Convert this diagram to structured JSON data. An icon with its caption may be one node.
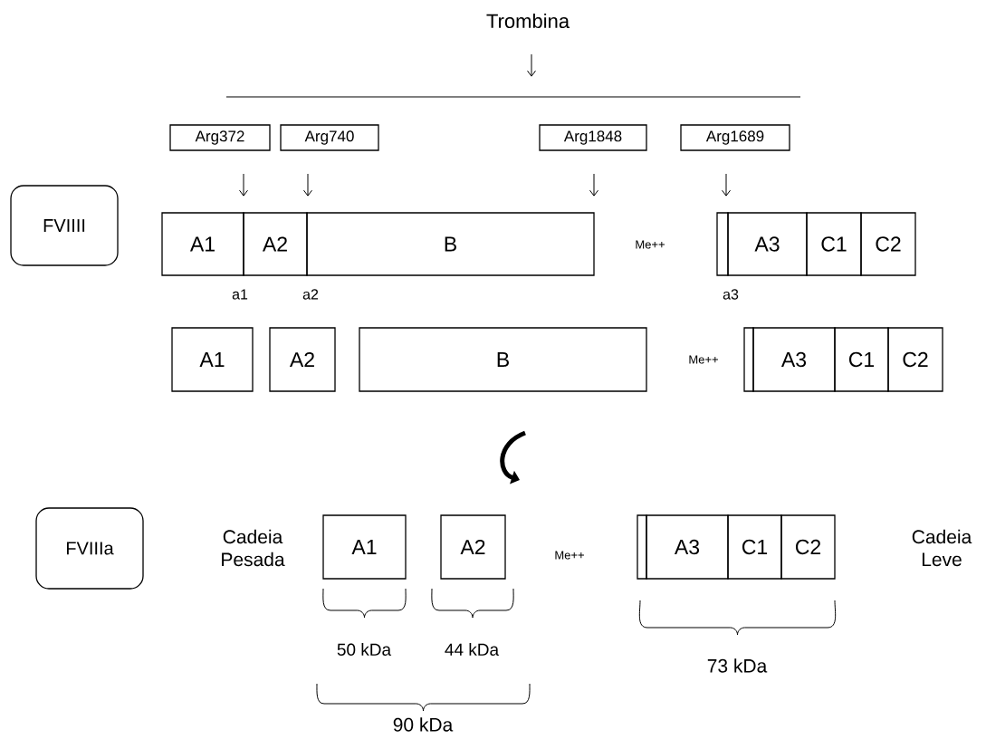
{
  "diagram": {
    "nodes": [
      {
        "text": [
          "Trombina"
        ]
      },
      {
        "text": [
          "Arg372"
        ]
      },
      {
        "text": [
          "Arg740"
        ]
      },
      {
        "text": [
          "Arg1848"
        ]
      },
      {
        "text": [
          "Arg1689"
        ]
      },
      {
        "text": [
          "FVIIII"
        ]
      },
      {
        "text": [
          "A1"
        ]
      },
      {
        "text": [
          "A2"
        ]
      },
      {
        "text": [
          "B"
        ]
      },
      {
        "text": [],
        "shape": "box"
      },
      {
        "text": [
          "A3"
        ]
      },
      {
        "text": [
          "C1"
        ]
      },
      {
        "text": [
          "C2"
        ]
      },
      {
        "text": [
          "A1"
        ]
      },
      {
        "text": [
          "A2"
        ]
      },
      {
        "text": [
          "B"
        ]
      },
      {
        "text": [],
        "shape": "box"
      },
      {
        "text": [
          "A3"
        ]
      },
      {
        "text": [
          "C1"
        ]
      },
      {
        "text": [
          "C2"
        ]
      },
      {
        "text": [
          "FVIIIa"
        ]
      },
      {
        "text": [
          "A1"
        ]
      },
      {
        "text": [
          "A2"
        ]
      },
      {
        "text": [],
        "shape": "box"
      },
      {
        "text": [
          "A3"
        ]
      },
      {
        "text": [
          "C1"
        ]
      },
      {
        "text": [
          "C2"
        ]
      }
    ],
    "labels": [
      "Me++",
      "a1",
      "a2",
      "a3",
      "Me++",
      "Cadeia Pesada",
      "Me++",
      "Cadeia Leve",
      "50 kDa",
      "44 kDa",
      "73 kDa",
      "90 kDa"
    ]
  }
}
